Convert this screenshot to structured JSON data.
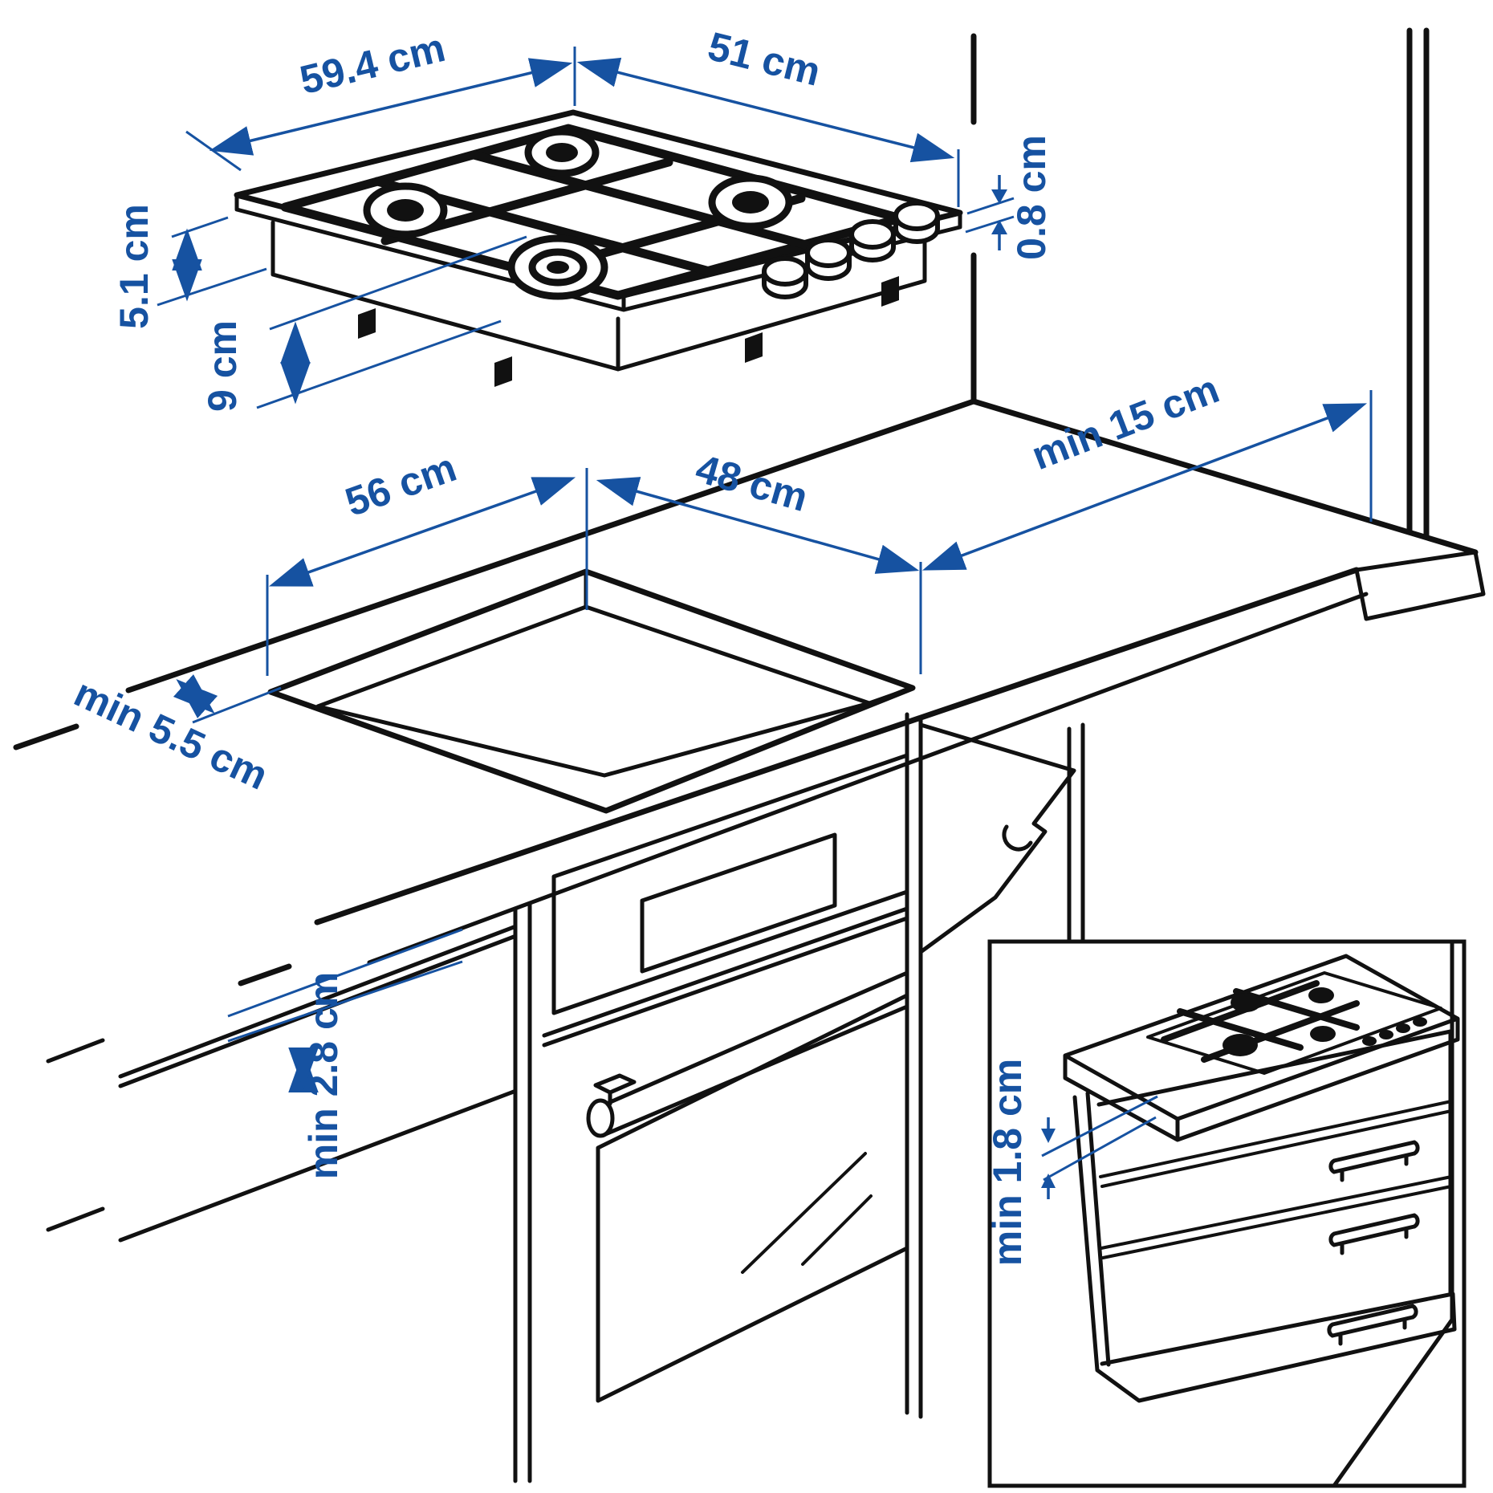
{
  "diagram": {
    "type": "installation-dimension-diagram",
    "subject": "built-in gas hob with worktop cutout, oven below and base cabinet inset",
    "units": "cm",
    "colors": {
      "dimension_annotation": "#1652a1",
      "line_art": "#111111",
      "background": "#ffffff"
    },
    "labels": {
      "hob_width": "59.4 cm",
      "hob_depth": "51 cm",
      "hob_height": "5.1 cm",
      "hob_body_depth": "9 cm",
      "worktop_overlap": "0.8 cm",
      "cutout_width": "56 cm",
      "cutout_depth": "48 cm",
      "clearance_to_wall": "min 15 cm",
      "clearance_to_edge": "min 5.5 cm",
      "clearance_below_worktop": "min 2.8 cm",
      "inset_clearance": "min 1.8 cm"
    }
  }
}
